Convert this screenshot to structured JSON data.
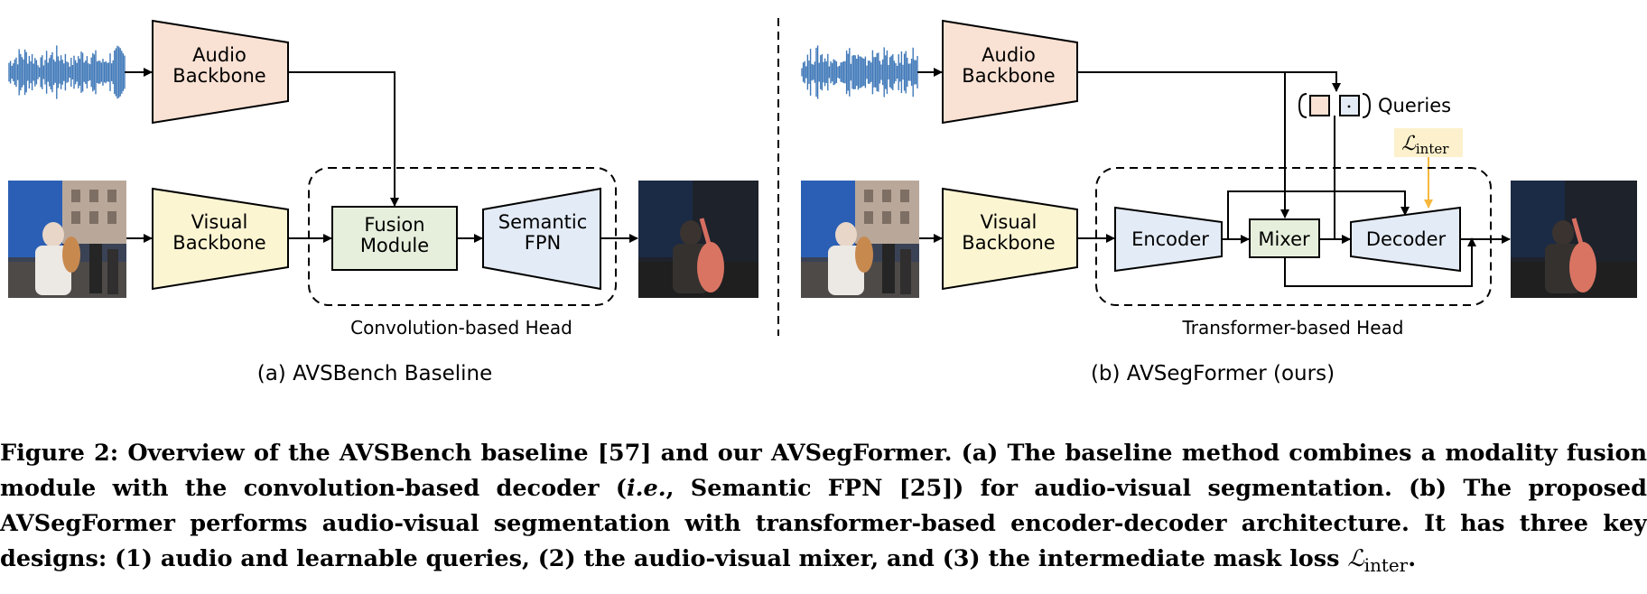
{
  "diagram": {
    "audio_backbone": "Audio\nBackbone",
    "visual_backbone": "Visual\nBackbone",
    "fusion_module": "Fusion\nModule",
    "semantic_fpn": "Semantic\nFPN",
    "conv_head": "Convolution-based Head",
    "sub_a": "(a) AVSBench Baseline",
    "encoder": "Encoder",
    "mixer": "Mixer",
    "decoder": "Decoder",
    "queries": "Queries",
    "loss_main": "ℒ",
    "loss_sub": "inter",
    "transformer_head": "Transformer-based Head",
    "sub_b": "(b) AVSegFormer (ours)"
  },
  "caption": {
    "p1": "Figure 2: Overview of the AVSBench baseline [57] and our AVSegFormer. (a) The baseline method combines a modality fusion module with the convolution-based decoder (",
    "ie": "i.e.",
    "p2": ", Semantic FPN [25]) for audio-visual segmentation. (b) The proposed AVSegFormer performs audio-visual segmentation with transformer-based encoder-decoder architecture. It has three key designs: (1) audio and learnable queries, (2) the audio-visual mixer, and (3) the intermediate mask loss ",
    "loss_main": "ℒ",
    "loss_sub": "inter",
    "end": "."
  },
  "colors": {
    "audio": "#f9e1d3",
    "visual": "#fcf5d2",
    "fusion": "#e6efdc",
    "fpn": "#e3ebf6",
    "loss_bg": "#fdf1cd",
    "loss_arrow": "#f6b73c",
    "waveform": "#3f78b8"
  }
}
